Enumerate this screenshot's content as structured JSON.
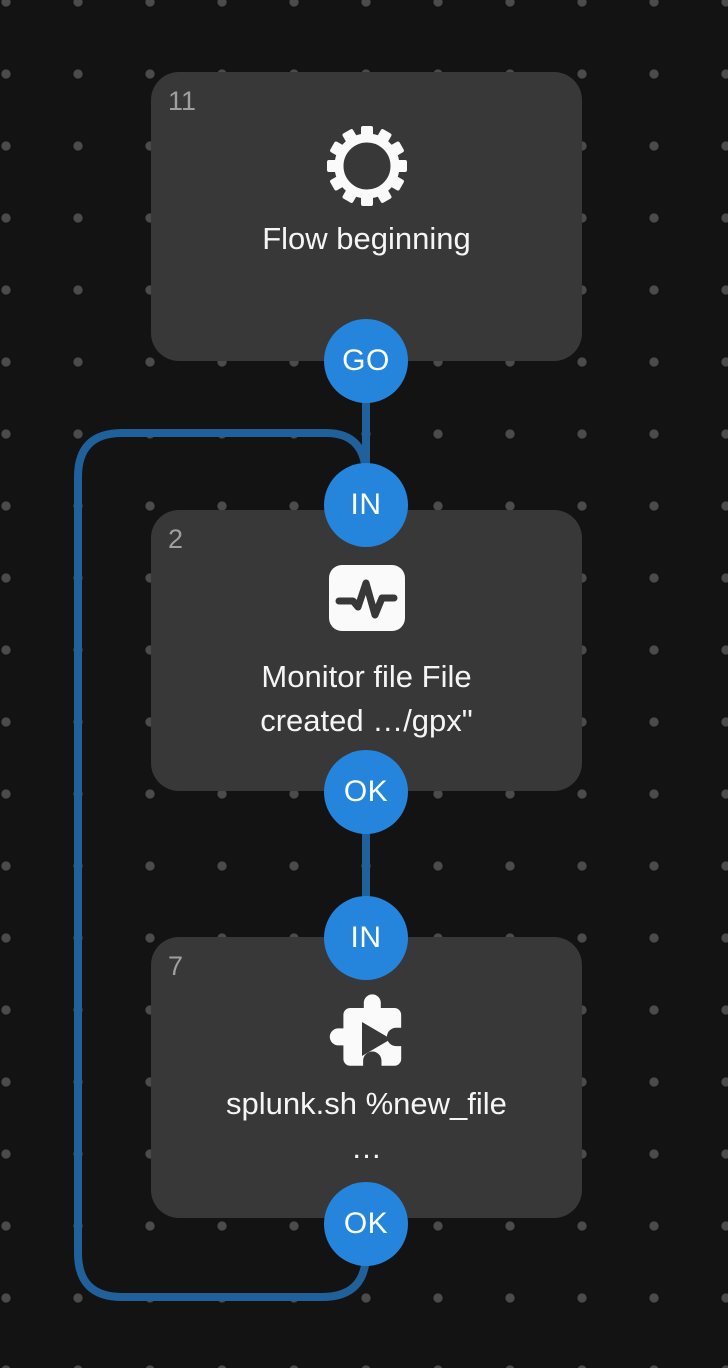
{
  "colors": {
    "canvas_bg": "#131313",
    "grid_dot": "#4b4b4b",
    "node_bg": "#383838",
    "node_number": "#9f9f9f",
    "node_text": "#f5f5f5",
    "port_blue": "#2585dd",
    "connection_blue": "#20619b",
    "icon_white": "#fafafa"
  },
  "nodes": [
    {
      "number": "11",
      "icon": "gear-icon",
      "title_lines": [
        "Flow beginning"
      ],
      "ports": {
        "out": "GO"
      }
    },
    {
      "number": "2",
      "icon": "pulse-monitor-icon",
      "title_lines": [
        "Monitor file File",
        "created …/gpx\""
      ],
      "ports": {
        "in": "IN",
        "out": "OK"
      }
    },
    {
      "number": "7",
      "icon": "puzzle-play-icon",
      "title_lines": [
        "splunk.sh %new_file",
        "…"
      ],
      "ports": {
        "in": "IN",
        "out": "OK"
      }
    }
  ]
}
